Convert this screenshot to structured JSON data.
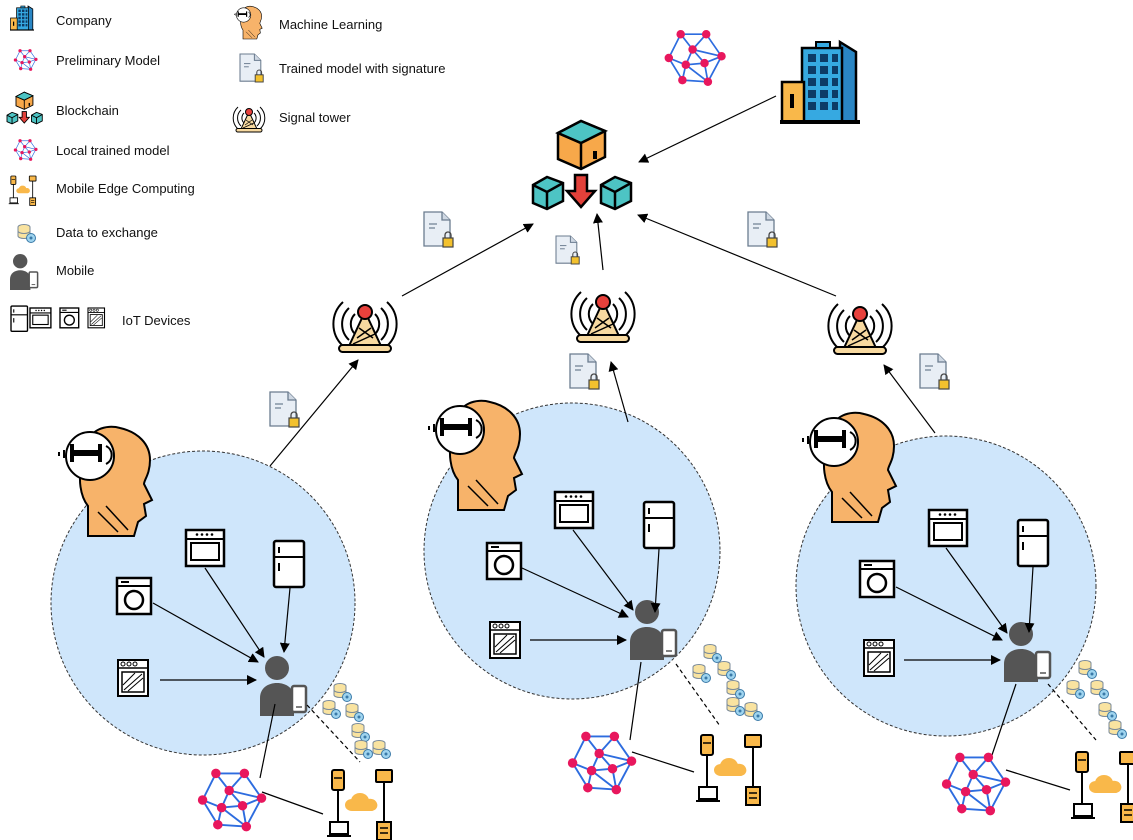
{
  "legend": {
    "company": "Company",
    "preliminary_model": "Preliminary Model",
    "blockchain": "Blockchain",
    "local_trained_model": "Local trained model",
    "mobile_edge_computing": "Mobile Edge Computing",
    "data_to_exchange": "Data to exchange",
    "mobile": "Mobile",
    "iot_devices": "IoT Devices",
    "machine_learning": "Machine Learning",
    "trained_model_with_signature": "Trained model with signature",
    "signal_tower": "Signal tower"
  },
  "colors": {
    "cluster_fill": "#cfe6fb",
    "head_fill": "#f7b36a",
    "network_node": "#e8175d",
    "network_edge": "#2d6cdf",
    "building": "#36a9e1",
    "blockchain_orange": "#f7a84a",
    "blockchain_teal": "#4dc4c4",
    "arrow_red": "#e2413a",
    "tower_red": "#e8413c",
    "tower_base": "#f7d9a0",
    "mobile_gray": "#555555",
    "cloud": "#f9b84a",
    "document": "#e8eef5",
    "lock": "#f3c12e"
  }
}
